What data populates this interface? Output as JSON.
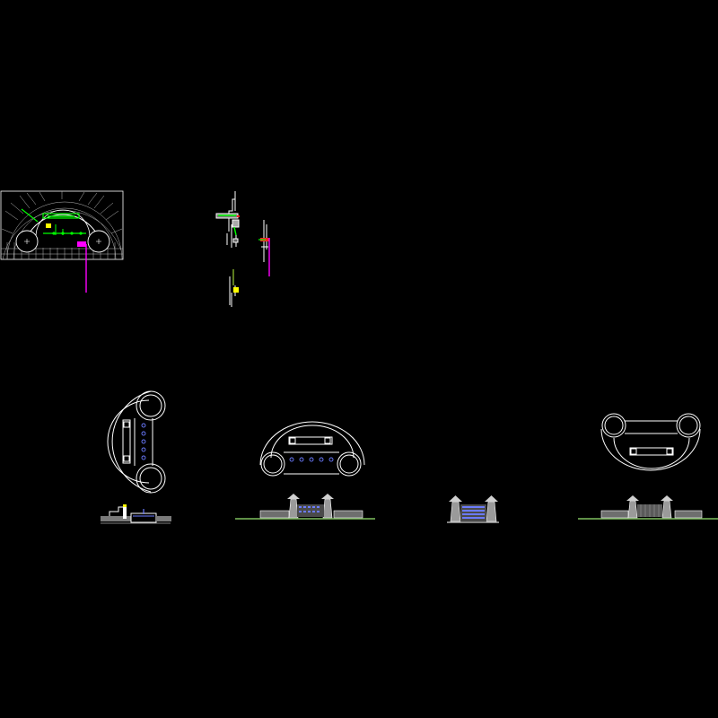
{
  "canvas": {
    "background": "#000000"
  },
  "colors": {
    "line": "#ffffff",
    "grey": "#8a8a8a",
    "green": "#00ff00",
    "magenta": "#ff00ff",
    "yellow": "#ffff00",
    "blue": "#6b7bff",
    "ground": "#7fbf5f",
    "red": "#ff2020"
  },
  "drawings": [
    "plaza-site-plan",
    "section-detail-a",
    "section-detail-b",
    "plan-view-left",
    "plan-view-center",
    "plan-view-right",
    "elevation-side",
    "elevation-front-wide",
    "elevation-front-narrow",
    "elevation-rear-wide"
  ]
}
